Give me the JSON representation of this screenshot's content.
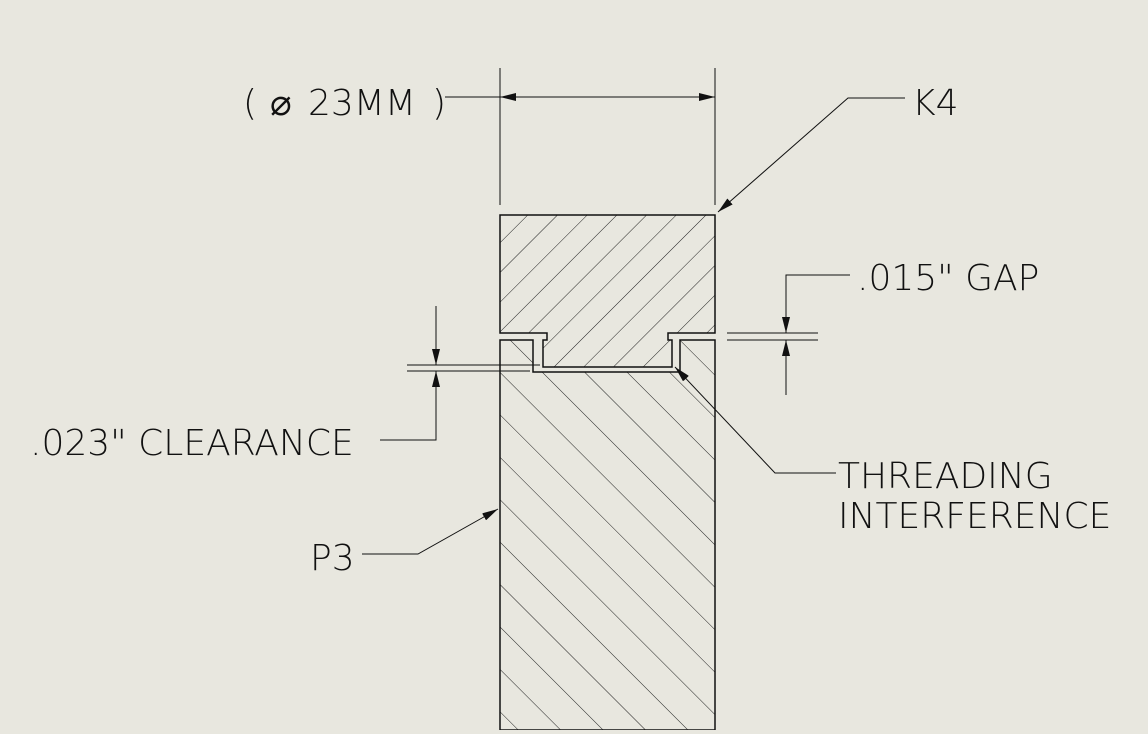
{
  "drawing": {
    "background": "#e8e7df",
    "line_color": "#111111",
    "dimension": {
      "open_paren": "(",
      "diameter_symbol": "⌀",
      "value": "23MM",
      "close_paren": ")"
    },
    "callouts": {
      "top_part": "K4",
      "bottom_part": "P3",
      "gap": ".015\" GAP",
      "clearance": ".023\" CLEARANCE",
      "threading_line1": "THREADING",
      "threading_line2": "INTERFERENCE"
    }
  }
}
